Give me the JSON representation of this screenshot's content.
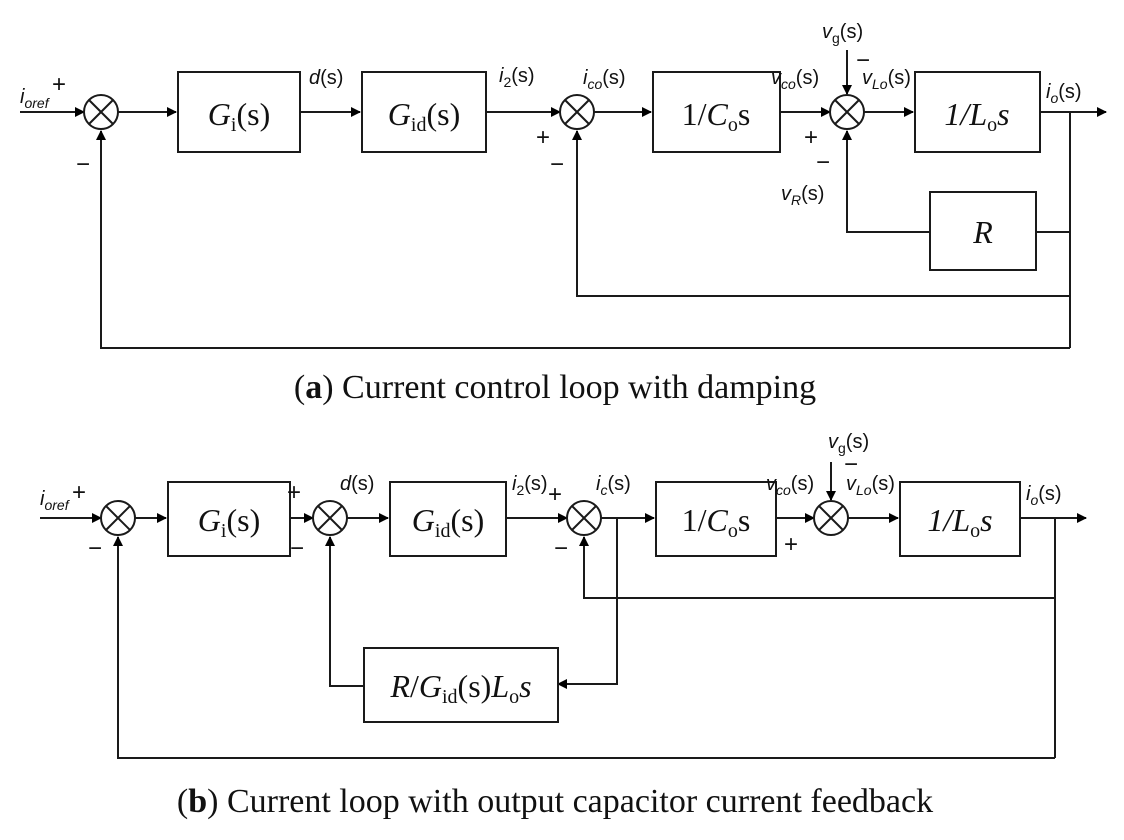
{
  "diagram_a": {
    "caption_letter": "a",
    "caption_text": "Current control loop with damping",
    "blocks": {
      "gi": "G_i(s)",
      "gid": "G_id(s)",
      "cap_inv": "1/C_o s",
      "ind_inv": "1/L_o s",
      "damping": "R"
    },
    "signals": {
      "i_oref": "i_oref",
      "d": "d(s)",
      "i2": "i_2(s)",
      "i_co": "i_co(s)",
      "v_co": "v_co(s)",
      "v_g": "v_g(s)",
      "v_Lo": "v_Lo(s)",
      "i_o": "i_o(s)",
      "v_R": "v_R(s)"
    },
    "signs": {
      "s1_in": "+",
      "s1_fb": "−",
      "s2_in": "+",
      "s2_fb": "−",
      "s3_in": "+",
      "s3_vg": "−",
      "s3_fb": "−"
    }
  },
  "diagram_b": {
    "caption_letter": "b",
    "caption_text": "Current loop with output capacitor current feedback",
    "blocks": {
      "gi": "G_i(s)",
      "gid": "G_id(s)",
      "cap_inv": "1/C_o s",
      "ind_inv": "1/L_o s",
      "feedback": "R/G_id(s)L_o s"
    },
    "signals": {
      "i_oref": "i_oref",
      "d": "d(s)",
      "i2": "i_2(s)",
      "i_c": "i_c(s)",
      "v_co": "v_co(s)",
      "v_g": "v_g(s)",
      "v_Lo": "v_Lo(s)",
      "i_o": "i_o(s)"
    },
    "signs": {
      "s1_in": "+",
      "s1_fb": "−",
      "s2_in": "+",
      "s2_fb": "−",
      "s3_in": "+",
      "s3_fb": "−",
      "s4_in": "+",
      "s4_vg": "−"
    }
  }
}
